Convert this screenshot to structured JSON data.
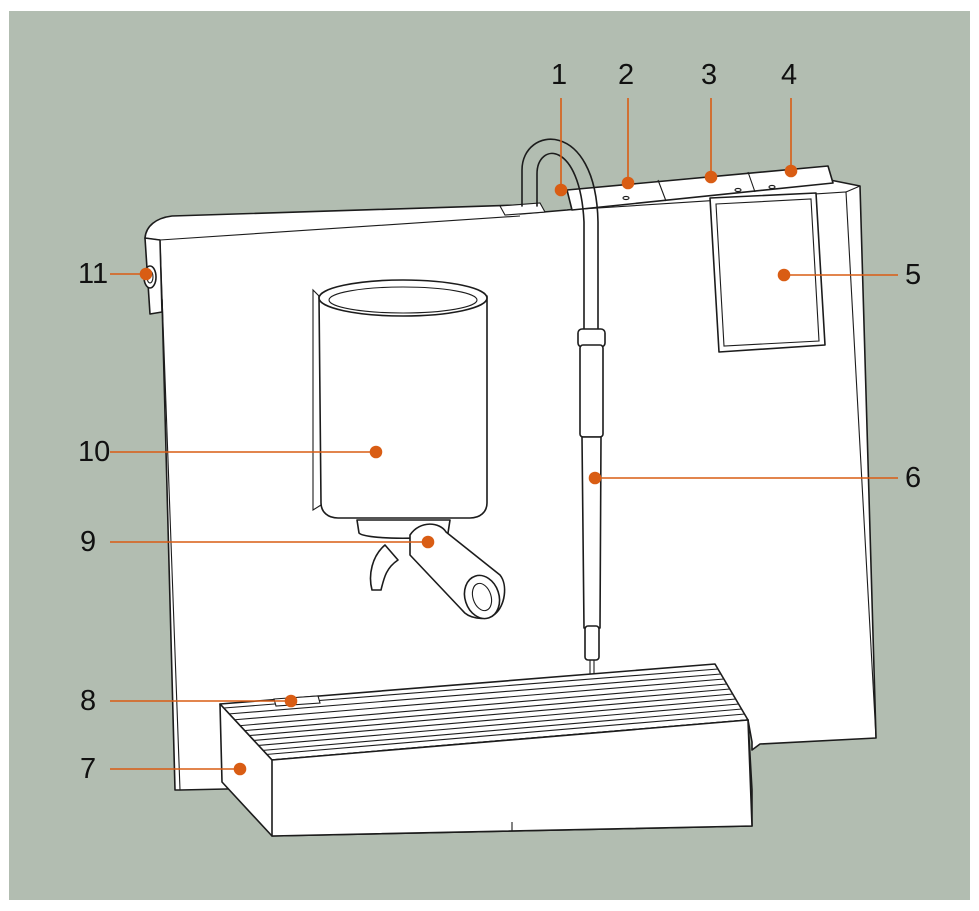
{
  "figure": {
    "background_color": "#b2bdb1",
    "accent_color": "#d95d14",
    "line_color": "#1c1c1c",
    "callouts": [
      {
        "id": "1",
        "label": "1"
      },
      {
        "id": "2",
        "label": "2"
      },
      {
        "id": "3",
        "label": "3"
      },
      {
        "id": "4",
        "label": "4"
      },
      {
        "id": "5",
        "label": "5"
      },
      {
        "id": "6",
        "label": "6"
      },
      {
        "id": "7",
        "label": "7"
      },
      {
        "id": "8",
        "label": "8"
      },
      {
        "id": "9",
        "label": "9"
      },
      {
        "id": "10",
        "label": "10"
      },
      {
        "id": "11",
        "label": "11"
      }
    ]
  }
}
